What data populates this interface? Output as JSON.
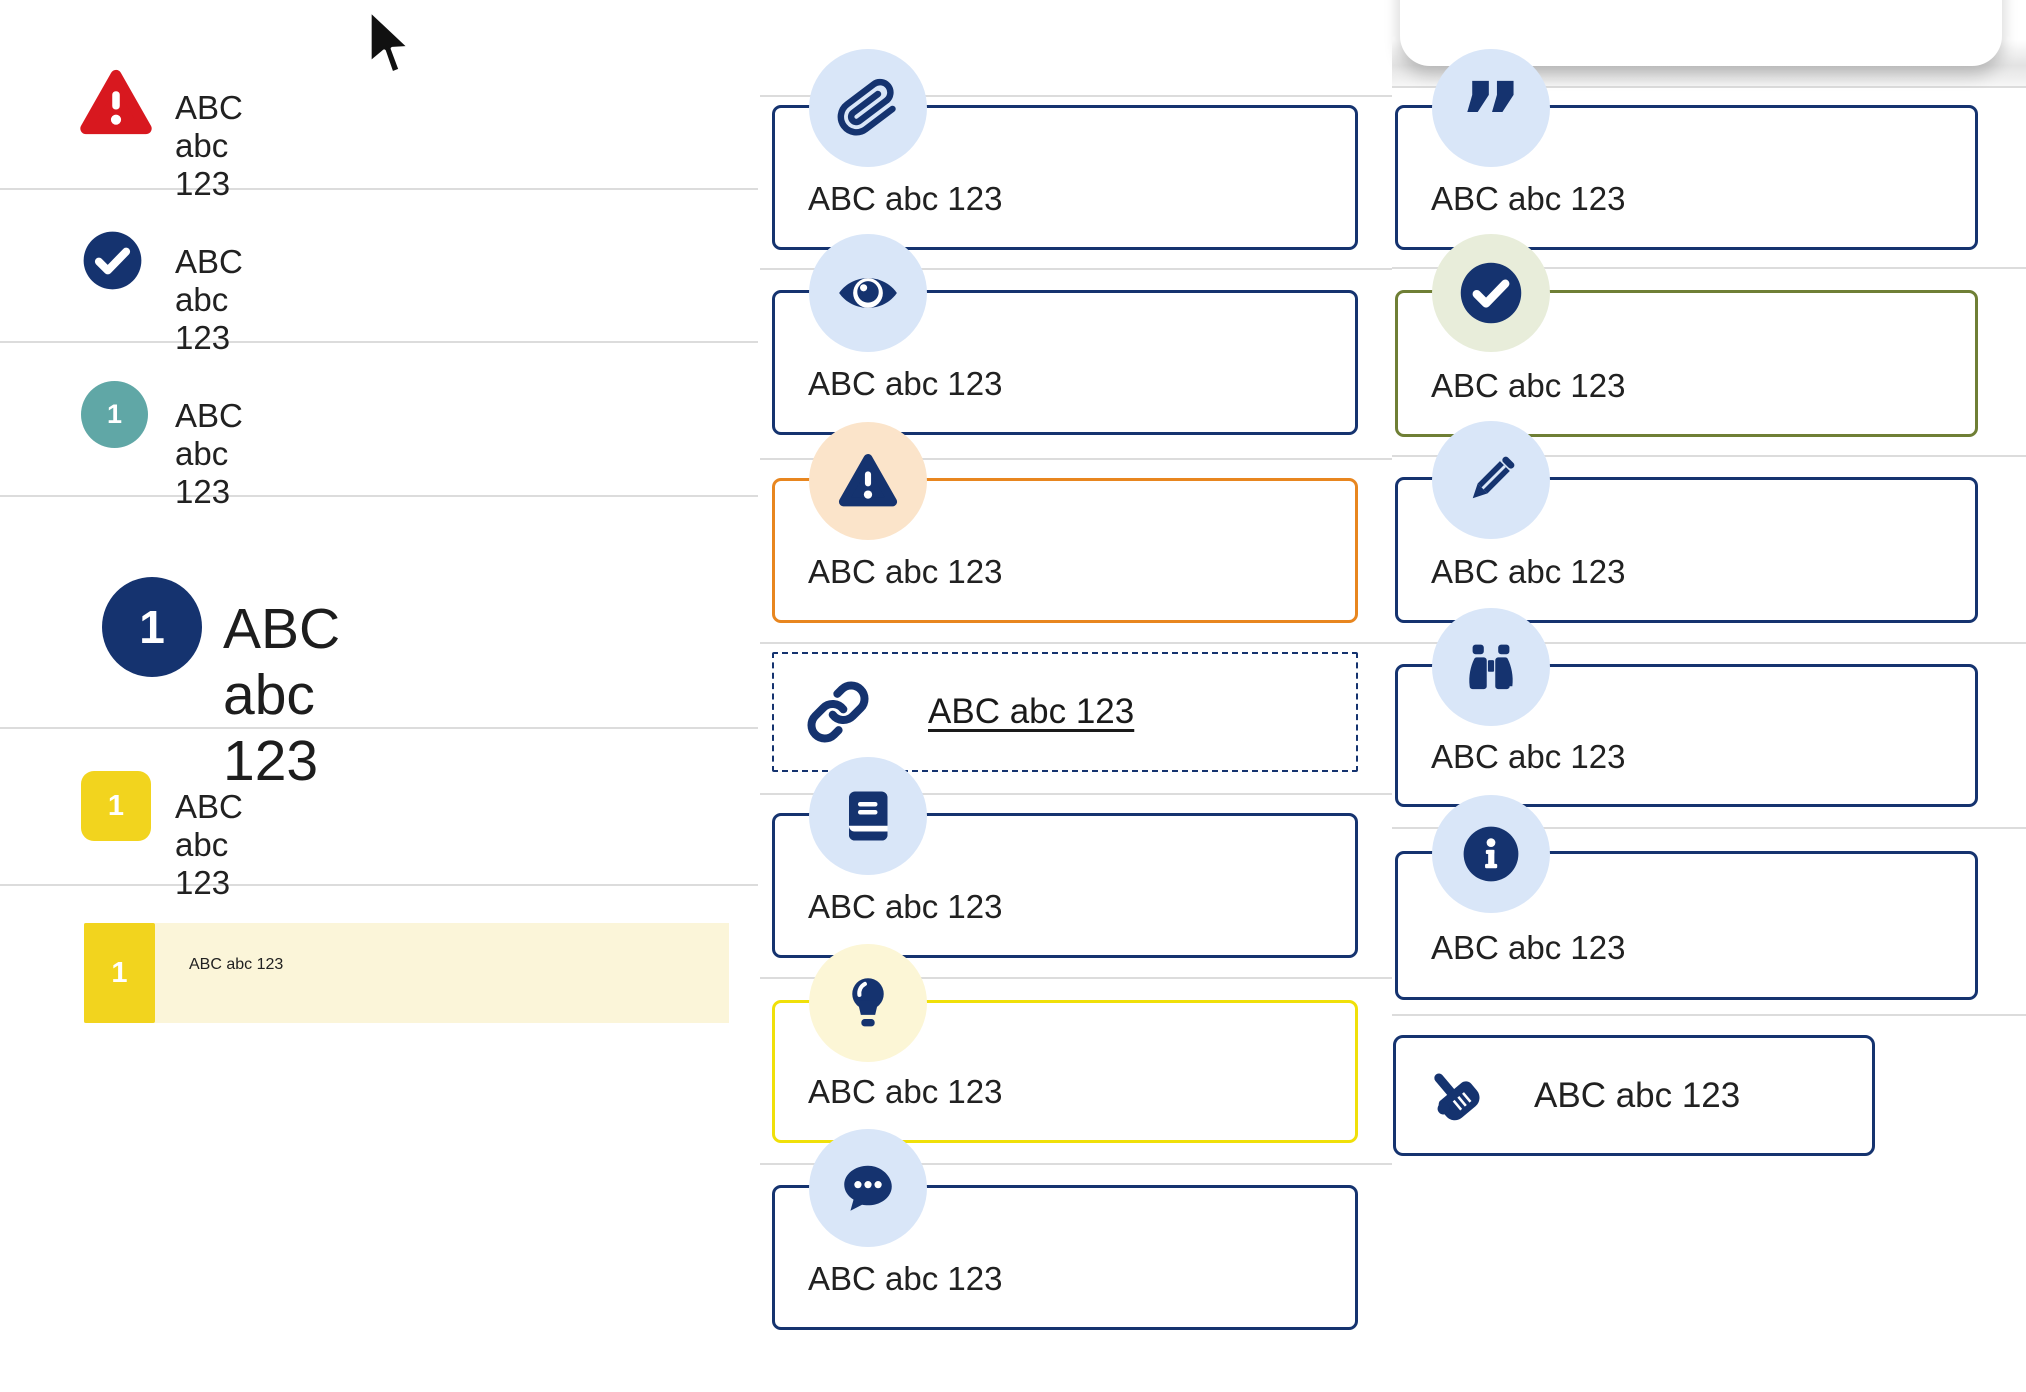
{
  "left_panel": {
    "rows": [
      {
        "icon": "warning-triangle-icon",
        "label": "ABC abc 123",
        "accent": "#d8181f"
      },
      {
        "icon": "check-circle-icon",
        "label": "ABC abc 123",
        "accent": "#15336f"
      },
      {
        "icon": "number-badge-teal",
        "badge": "1",
        "label": "ABC abc 123",
        "accent": "#60a7a6"
      }
    ],
    "heading": {
      "icon": "number-badge-navy",
      "badge": "1",
      "label": "ABC abc 123",
      "accent": "#15336f"
    },
    "yellow_rows": [
      {
        "icon": "number-badge-yellow",
        "badge": "1",
        "label": "ABC abc 123",
        "accent": "#f2d41e",
        "highlighted": false
      },
      {
        "icon": "number-badge-yellow",
        "badge": "1",
        "label": "ABC abc 123",
        "accent": "#f2d41e",
        "highlighted": true,
        "highlight_bg": "#fbf5d9"
      }
    ]
  },
  "middle_column": {
    "cards": [
      {
        "icon": "paperclip-icon",
        "label": "ABC abc 123",
        "border": "navy",
        "circle_bg": "#d9e6f8"
      },
      {
        "icon": "eye-icon",
        "label": "ABC abc 123",
        "border": "navy",
        "circle_bg": "#d9e6f8"
      },
      {
        "icon": "warning-triangle-icon",
        "label": "ABC abc 123",
        "border": "orange",
        "circle_bg": "#fbe4ca"
      },
      {
        "icon": "link-icon",
        "label": "ABC abc 123",
        "border": "dashed",
        "circle_bg": "none",
        "link": true
      },
      {
        "icon": "book-icon",
        "label": "ABC abc 123",
        "border": "navy",
        "circle_bg": "#d9e6f8"
      },
      {
        "icon": "lightbulb-icon",
        "label": "ABC abc 123",
        "border": "yellow",
        "circle_bg": "#fcf6d6"
      },
      {
        "icon": "comment-icon",
        "label": "ABC abc 123",
        "border": "navy",
        "circle_bg": "#d9e6f8"
      }
    ]
  },
  "right_column": {
    "cards": [
      {
        "icon": "quote-icon",
        "label": "ABC abc 123",
        "border": "navy",
        "circle_bg": "#d9e6f8"
      },
      {
        "icon": "check-circle-icon",
        "label": "ABC abc 123",
        "border": "olive",
        "circle_bg": "#e8edda"
      },
      {
        "icon": "pencil-icon",
        "label": "ABC abc 123",
        "border": "navy",
        "circle_bg": "#d9e6f8"
      },
      {
        "icon": "binoculars-icon",
        "label": "ABC abc 123",
        "border": "navy",
        "circle_bg": "#d9e6f8"
      },
      {
        "icon": "info-icon",
        "label": "ABC abc 123",
        "border": "navy",
        "circle_bg": "#d9e6f8"
      },
      {
        "icon": "hand-point-icon",
        "label": "ABC abc 123",
        "border": "navy",
        "circle_bg": "none"
      }
    ]
  },
  "cursor": {
    "icon": "mouse-cursor-icon",
    "visible": true
  },
  "colors": {
    "navy": "#15336f",
    "red": "#d8181f",
    "teal": "#60a7a6",
    "orange": "#e8861f",
    "olive": "#6f7f35",
    "yellow_border": "#f0e009",
    "chip_yellow": "#f2d41e",
    "cream_highlight": "#fbf5d9",
    "light_blue_circle": "#d9e6f8",
    "peach_circle": "#fbe4ca",
    "sage_circle": "#e8edda",
    "pale_yellow_circle": "#fcf6d6",
    "divider_gray": "#dcdcdc",
    "text": "#212121"
  }
}
